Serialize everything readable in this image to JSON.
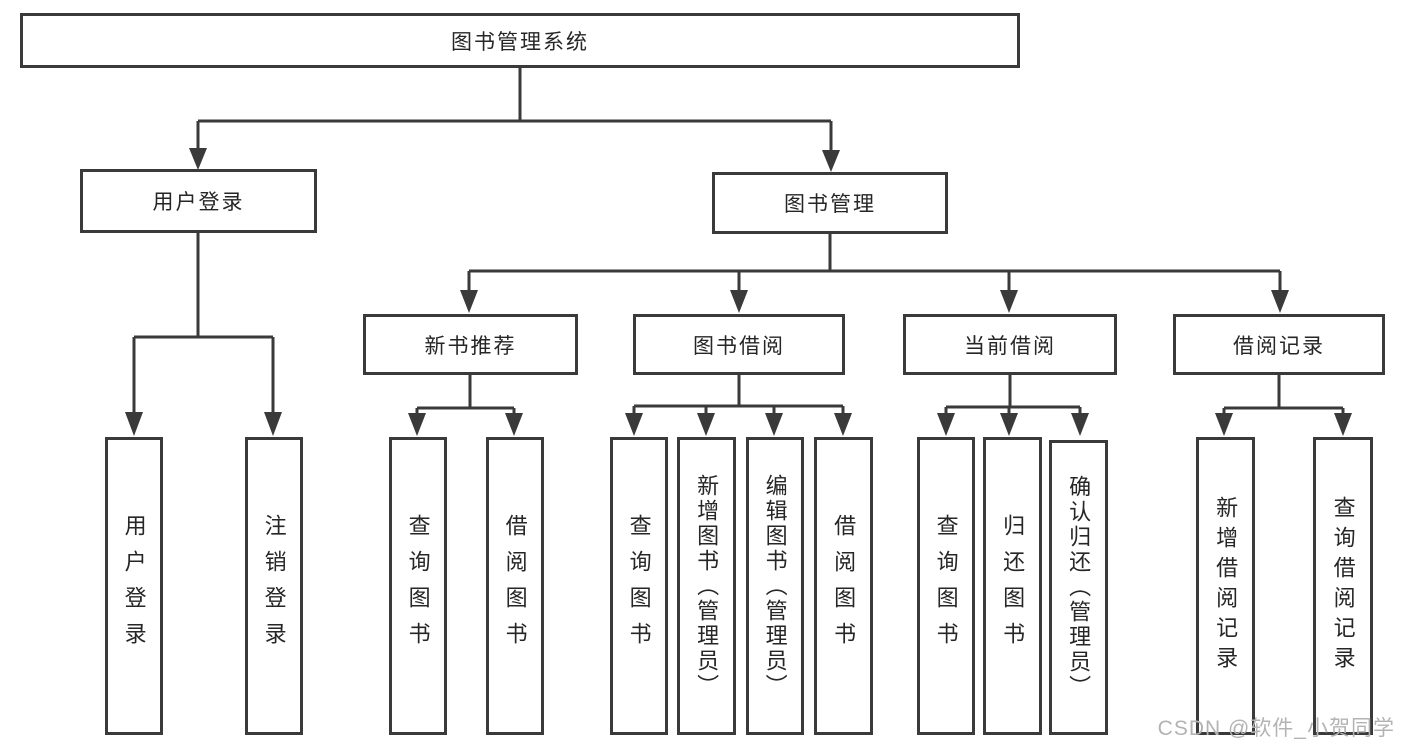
{
  "diagram_type": "hierarchy-tree",
  "tree": {
    "label": "图书管理系统",
    "children": [
      {
        "label": "用户登录",
        "children": [
          {
            "label": "用户登录"
          },
          {
            "label": "注销登录"
          }
        ]
      },
      {
        "label": "图书管理",
        "children": [
          {
            "label": "新书推荐",
            "children": [
              {
                "label": "查询图书"
              },
              {
                "label": "借阅图书"
              }
            ]
          },
          {
            "label": "图书借阅",
            "children": [
              {
                "label": "查询图书"
              },
              {
                "label": "新增图书（管理员）"
              },
              {
                "label": "编辑图书（管理员）"
              },
              {
                "label": "借阅图书"
              }
            ]
          },
          {
            "label": "当前借阅",
            "children": [
              {
                "label": "查询图书"
              },
              {
                "label": "归还图书"
              },
              {
                "label": "确认归还（管理员）"
              }
            ]
          },
          {
            "label": "借阅记录",
            "children": [
              {
                "label": "新增借阅记录"
              },
              {
                "label": "查询借阅记录"
              }
            ]
          }
        ]
      }
    ]
  },
  "watermark": {
    "text": "CSDN @软件_小贺同学"
  },
  "colors": {
    "line": "#3a3a3a",
    "text": "#262626",
    "watermark": "#b3b3b3",
    "background": "#ffffff"
  }
}
